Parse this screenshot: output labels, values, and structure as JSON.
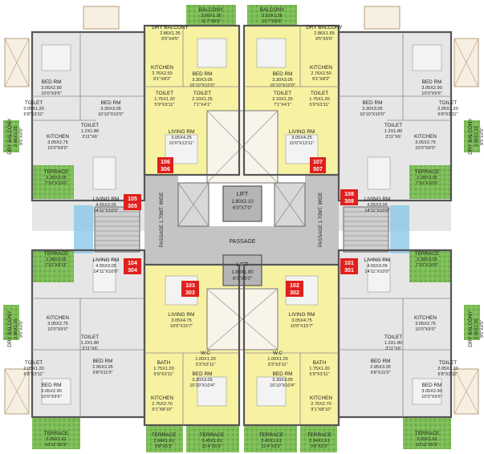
{
  "colors": {
    "apt_yellow": "#f7f2a2",
    "apt_grey": "#e6e6e6",
    "terrace": "#7dbd57",
    "void": "#f8f4ea",
    "core": "#b5b5b5",
    "passage": "#c4c4c4",
    "badge": "#e0201c",
    "glass": "#8cc7e8",
    "wall": "#555555"
  },
  "core": {
    "lift_top": [
      "LIFT",
      "1.80X2.10",
      "6'0\"X7'0\""
    ],
    "lift_bottom": [
      "LIFT",
      "1.80X1.80",
      "6'0\"X6'0\""
    ],
    "passage": "PASSAGE",
    "passage_left": "PASSAGE 1.70MT. WIDE",
    "passage_right": "PASSAGE 1.70MT. WIDE"
  },
  "units": [
    {
      "top": "106",
      "bottom": "306"
    },
    {
      "top": "107",
      "bottom": "507"
    },
    {
      "top": "105",
      "bottom": "305"
    },
    {
      "top": "108",
      "bottom": "308"
    },
    {
      "top": "104",
      "bottom": "304"
    },
    {
      "top": "101",
      "bottom": "301"
    },
    {
      "top": "103",
      "bottom": "303"
    },
    {
      "top": "102",
      "bottom": "302"
    }
  ],
  "rooms": [
    [
      "BALCONY",
      "3.50X1.35",
      "11'7\"X5'5\""
    ],
    [
      "BALCONY",
      "3.52X1.35",
      "11'7\"X5'5\""
    ],
    [
      "DRY BALCONY",
      "2.86X1.35",
      "9'5\"X4'5\""
    ],
    [
      "DRY BALCONY",
      "2.86X1.65",
      "9'5\"X5'5\""
    ],
    [
      "KITCHEN",
      "2.76X2.50",
      "9'1\"X8'2\""
    ],
    [
      "KITCHEN",
      "2.76X2.50",
      "9'1\"X8'2\""
    ],
    [
      "BED RM",
      "3.30X3.05",
      "10'10\"X10'0\""
    ],
    [
      "BED RM",
      "3.30X3.05",
      "10'10\"X10'0\""
    ],
    [
      "TOILET",
      "1.75X1.20",
      "5'9\"X3'11\""
    ],
    [
      "TOILET",
      "2.10X1.25",
      "7'1\"X4'1\""
    ],
    [
      "TOILET",
      "2.10X1.25",
      "7'1\"X4'1\""
    ],
    [
      "TOILET",
      "1.75X1.20",
      "5'9\"X3'11\""
    ],
    [
      "LIVING RM",
      "3.05X4.25",
      "10'0\"X13'11\""
    ],
    [
      "LIVING RM",
      "3.05X4.25",
      "10'0\"X13'11\""
    ],
    [
      "BED RM",
      "3.05X2.90",
      "10'0\"X9'6\""
    ],
    [
      "BED RM",
      "3.05X2.90",
      "10'0\"X9'6\""
    ],
    [
      "TOILET",
      "2.05X1.20",
      "6'8\"X3'11\""
    ],
    [
      "TOILET",
      "2.05X1.20",
      "6'8\"X3'11\""
    ],
    [
      "BED RM",
      "3.30X3.05",
      "10'10\"X10'0\""
    ],
    [
      "BED RM",
      "3.30X3.05",
      "10'10\"X10'0\""
    ],
    [
      "TOILET",
      "1.2X1.80",
      "3'11\"X6'"
    ],
    [
      "TOILET",
      "1.2X1.80",
      "3'11\"X6'"
    ],
    [
      "KITCHEN",
      "3.05X2.75",
      "10'0\"X9'0\""
    ],
    [
      "KITCHEN",
      "3.05X2.75",
      "10'0\"X9'0\""
    ],
    [
      "DRY BALCONY",
      "2.86X1.35",
      "9'5\"X4'5\""
    ],
    [
      "DRY BALCONY",
      "2.86X1.35",
      "9'5\"X4'5\""
    ],
    [
      "TERRACE",
      "2.38X3.05",
      "7'10\"X10'0\""
    ],
    [
      "TERRACE",
      "2.38X3.05",
      "7'10\"X10'0\""
    ],
    [
      "LIVING RM",
      "4.55X3.05",
      "14'11\"X10'0\""
    ],
    [
      "LIVING RM",
      "4.55X3.05",
      "14'11\"X10'0\""
    ],
    [
      "TERRACE",
      "2.38X3.05",
      "7'10\"X9'11\""
    ],
    [
      "TERRACE",
      "2.38X3.05",
      "7'10\"X10'0\""
    ],
    [
      "LIVING RM",
      "4.55X3.05",
      "14'11\"X10'0\""
    ],
    [
      "LIVING RM",
      "4.55X3.05",
      "14'11\"X10'0\""
    ],
    [
      "KITCHEN",
      "3.05X2.75",
      "10'0\"X9'0\""
    ],
    [
      "KITCHEN",
      "3.05X2.75",
      "10'0\"X9'0\""
    ],
    [
      "TOILET",
      "1.2X1.80",
      "3'11\"X6'"
    ],
    [
      "TOILET",
      "1.2X1.80",
      "3'11\"X6'"
    ],
    [
      "BED RM",
      "2.95X3.35",
      "9'8\"X11'0\""
    ],
    [
      "BED RM",
      "2.95X3.35",
      "9'8\"X11'0\""
    ],
    [
      "TOILET",
      "2.05X1.20",
      "6'8\"X3'11\""
    ],
    [
      "TOILET",
      "2.05X1.20",
      "6'8\"X3'11\""
    ],
    [
      "BED RM",
      "3.05X2.90",
      "10'0\"X9'6\""
    ],
    [
      "BED RM",
      "3.05X2.90",
      "10'0\"X9'6\""
    ],
    [
      "DRY BALCONY",
      "2.86X1.35",
      "9'5\"X4'5\""
    ],
    [
      "DRY BALCONY",
      "2.86X1.35",
      "9'5\"X4'5\""
    ],
    [
      "TERRACE",
      "3.35X1.61",
      "10'11\"X5'3\""
    ],
    [
      "TERRACE",
      "3.35X1.61",
      "10'11\"X5'3\""
    ],
    [
      "LIVING RM",
      "3.05X4.75",
      "10'0\"X15'7\""
    ],
    [
      "LIVING RM",
      "3.05X4.75",
      "10'0\"X15'7\""
    ],
    [
      "BATH",
      "1.75X1.20",
      "5'9\"X3'11\""
    ],
    [
      "BATH",
      "1.75X1.20",
      "5'9\"X3'11\""
    ],
    [
      "W.C",
      "1.00X1.20",
      "3'3\"X3'11\""
    ],
    [
      "W.C",
      "1.00X1.20",
      "3'3\"X3'11\""
    ],
    [
      "BED RM",
      "3.30X3.05",
      "10'10\"X10'4\""
    ],
    [
      "BED RM",
      "3.30X3.05",
      "10'10\"X10'4\""
    ],
    [
      "KITCHEN",
      "2.76X2.70",
      "9'1\"X8'10\""
    ],
    [
      "KITCHEN",
      "2.76X2.70",
      "9'1\"X8'10\""
    ],
    [
      "TERRACE",
      "2.94X1.61",
      "9'8\"X5'3\""
    ],
    [
      "TERRACE",
      "2.94X1.61",
      "9'8\"X5'3\""
    ],
    [
      "TERRACE",
      "3.45X1.61",
      "11'4\"X5'3\""
    ],
    [
      "TERRACE",
      "3.45X1.61",
      "11'4\"X5'3\""
    ]
  ]
}
